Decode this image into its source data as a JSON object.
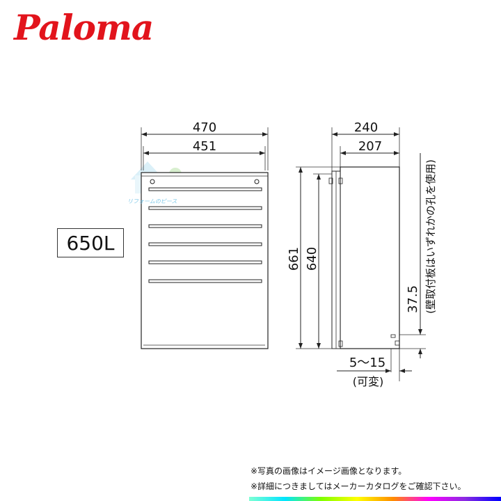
{
  "brand": {
    "name": "Paloma",
    "color": "#e2141c"
  },
  "model": "650L",
  "watermark": "リフォームのピース",
  "front_view": {
    "overall_width": "470",
    "inner_width": "451"
  },
  "side_view": {
    "depth": "240",
    "body_depth": "207",
    "overall_height": "661",
    "body_height": "640",
    "hole_height": "37.5",
    "hole_note": "(壁取付板はいずれかの孔を使用)",
    "gap": "5〜15",
    "gap_note": "(可変)"
  },
  "notes": [
    "※写真の画像はイメージ画像となります。",
    "※詳細につきましてはメーカーカタログをご確認下さい。"
  ]
}
